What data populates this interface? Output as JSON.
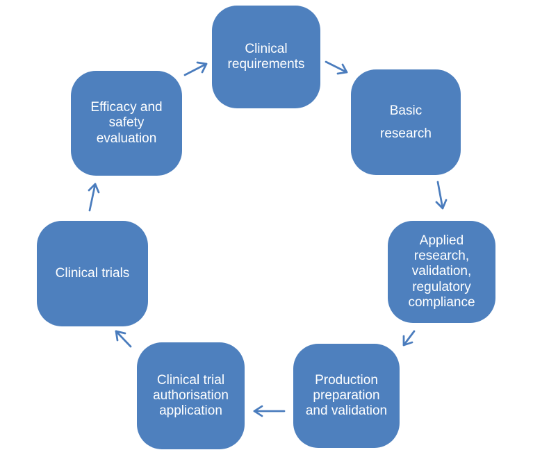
{
  "diagram": {
    "type": "cycle",
    "nodes": [
      {
        "id": "clinical-requirements",
        "label": "Clinical\nrequirements"
      },
      {
        "id": "basic-research",
        "label": "Basic\nresearch"
      },
      {
        "id": "applied-research-validation-regulatory-compliance",
        "label": "Applied\nresearch,\nvalidation,\nregulatory\ncompliance"
      },
      {
        "id": "production-preparation-and-validation",
        "label": "Production\npreparation\nand validation"
      },
      {
        "id": "clinical-trial-authorisation-application",
        "label": "Clinical trial\nauthorisation\napplication"
      },
      {
        "id": "clinical-trials",
        "label": "Clinical trials"
      },
      {
        "id": "efficacy-and-safety-evaluation",
        "label": "Efficacy and\nsafety\nevaluation"
      }
    ],
    "connections": [
      {
        "from": "clinical-requirements",
        "to": "basic-research"
      },
      {
        "from": "basic-research",
        "to": "applied-research-validation-regulatory-compliance"
      },
      {
        "from": "applied-research-validation-regulatory-compliance",
        "to": "production-preparation-and-validation"
      },
      {
        "from": "production-preparation-and-validation",
        "to": "clinical-trial-authorisation-application"
      },
      {
        "from": "clinical-trial-authorisation-application",
        "to": "clinical-trials"
      },
      {
        "from": "clinical-trials",
        "to": "efficacy-and-safety-evaluation"
      },
      {
        "from": "efficacy-and-safety-evaluation",
        "to": "clinical-requirements"
      }
    ],
    "colors": {
      "node_fill": "#4E80BE",
      "node_text": "#FFFFFF",
      "arrow": "#4A7CBD",
      "background": "#FFFFFF"
    }
  }
}
